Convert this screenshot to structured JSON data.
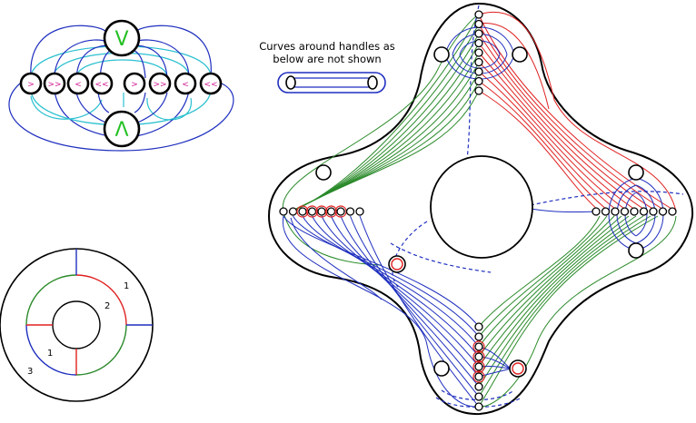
{
  "note": {
    "line1": "Curves around handles as",
    "line2": "below are not shown"
  },
  "top_left_diagram": {
    "top_symbol": "V",
    "bottom_symbol": "Λ",
    "row_symbols": [
      ">",
      ">>",
      "<",
      "<<",
      ">",
      ">>",
      "<",
      "<<"
    ]
  },
  "annulus_diagram": {
    "labels": [
      "1",
      "2",
      "1",
      "3"
    ]
  },
  "colors": {
    "blue": "#1f2fbf",
    "cyan": "#2bc0d0",
    "red": "#e02020",
    "green": "#2a8a2a",
    "arrow_green": "#22c022",
    "arrow_magenta": "#d01890"
  }
}
